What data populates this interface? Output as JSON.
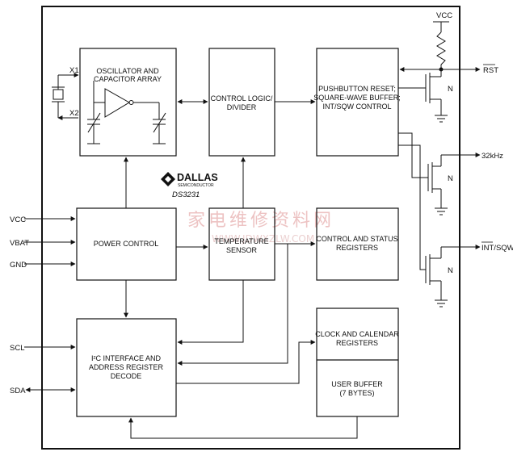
{
  "blocks": {
    "oscillator": [
      "OSCILLATOR AND",
      "CAPACITOR ARRAY"
    ],
    "control_logic": [
      "CONTROL LOGIC/",
      "DIVIDER"
    ],
    "pushbutton": [
      "PUSHBUTTON RESET;",
      "SQUARE-WAVE BUFFER;",
      "INT/SQW CONTROL"
    ],
    "power_control": [
      "POWER CONTROL"
    ],
    "temp_sensor": [
      "TEMPERATURE",
      "SENSOR"
    ],
    "control_status": [
      "CONTROL AND STATUS",
      "REGISTERS"
    ],
    "i2c": [
      "I²C INTERFACE AND",
      "ADDRESS REGISTER",
      "DECODE"
    ],
    "clock_calendar": [
      "CLOCK AND CALENDAR",
      "REGISTERS"
    ],
    "user_buffer": [
      "USER BUFFER",
      "(7 BYTES)"
    ]
  },
  "pins": {
    "vcc": "VCC",
    "vbat": "VBAT",
    "gnd": "GND",
    "scl": "SCL",
    "sda": "SDA",
    "x1": "X1",
    "x2": "X2",
    "rst": "RST",
    "khz": "32kHz",
    "intsqw": "INT/SQW",
    "vcc_top": "VCC"
  },
  "fet_label": "N",
  "logo": {
    "brand": "DALLAS",
    "sub": "SEMICONDUCTOR",
    "part": "DS3231"
  },
  "watermark": {
    "cn": "家电维修资料网",
    "url": "WWW.JDWXZLW.COM"
  }
}
